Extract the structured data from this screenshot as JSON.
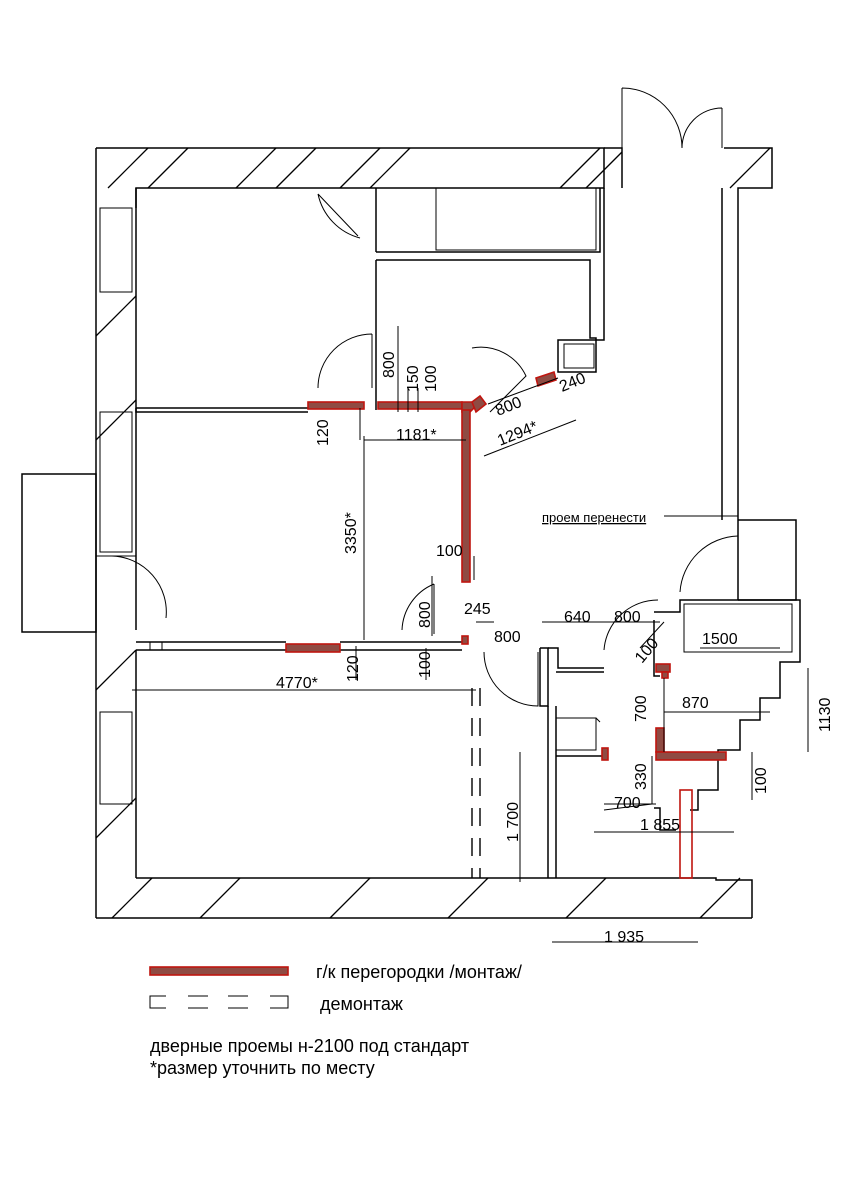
{
  "dimensions": {
    "d800_a": "800",
    "d150": "150",
    "d100_a": "100",
    "d120_a": "120",
    "d1181": "1181*",
    "d800_b": "800",
    "d240": "240",
    "d1294": "1294*",
    "d3350": "3350*",
    "d100_b": "100",
    "d800_c": "800",
    "d245": "245",
    "d800_d": "800",
    "d640": "640",
    "d800_e": "800",
    "d1500": "1500",
    "d100_c": "100",
    "d120_b": "120",
    "d100_d": "100",
    "d4770": "4770*",
    "d700_a": "700",
    "d870": "870",
    "d1130": "1130",
    "d1700": "1 700",
    "d330": "330",
    "d100_e": "100",
    "d700_b": "700",
    "d1855": "1 855",
    "d1935": "1 935"
  },
  "annotation": "проем перенести",
  "legend": {
    "install_label": "г/к перегородки /монтаж/",
    "demolish_label": "демонтаж",
    "install_color": "#8f4b43",
    "install_stroke": "#c0150f"
  },
  "notes": {
    "line1": "дверные проемы н-2100 под стандарт",
    "line2": "*размер уточнить по месту"
  }
}
